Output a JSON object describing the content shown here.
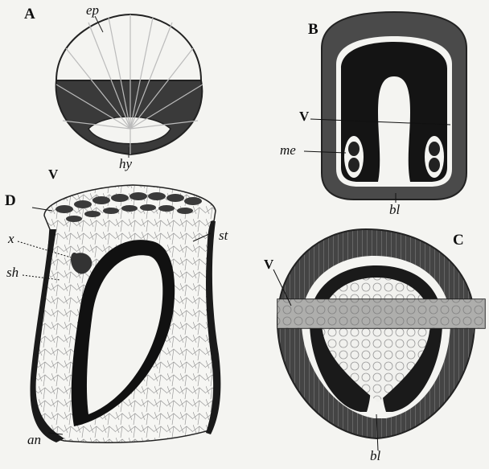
{
  "panels": {
    "a": "A",
    "b": "B",
    "c": "C",
    "d": "D"
  },
  "labels": {
    "a_ep": "ep",
    "a_hy": "hy",
    "b_v": "V",
    "b_me": "me",
    "b_bl": "bl",
    "c_v": "V",
    "c_bl": "bl",
    "d_v": "V",
    "d_x": "x",
    "d_sh": "sh",
    "d_st": "st",
    "d_an": "an"
  },
  "colors": {
    "background": "#f4f4f1",
    "ink": "#111111",
    "dark_tissue": "#2a2a2a",
    "mid_tissue": "#5a5a5a"
  }
}
